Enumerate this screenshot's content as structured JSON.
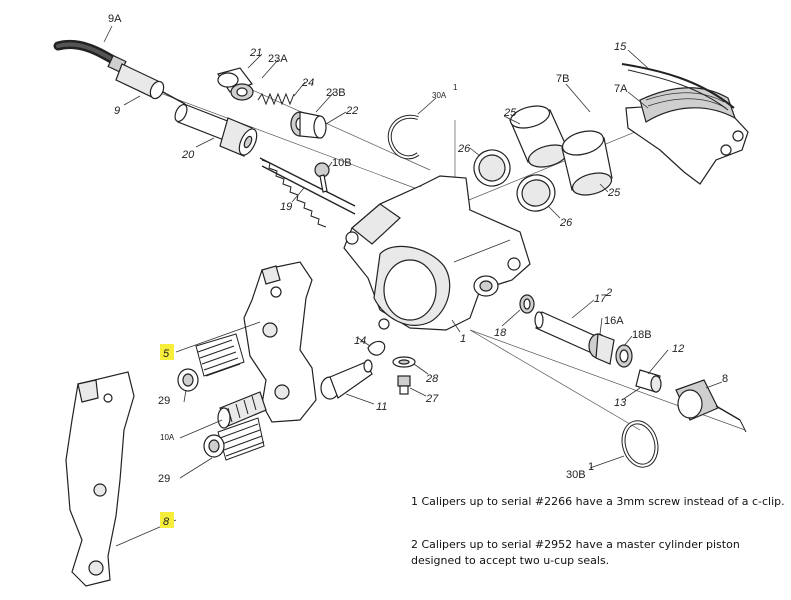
{
  "labels": [
    {
      "id": "9A",
      "text": "9A"
    },
    {
      "id": "9",
      "text": "9"
    },
    {
      "id": "21",
      "text": "21"
    },
    {
      "id": "23A",
      "text": "23A"
    },
    {
      "id": "24",
      "text": "24"
    },
    {
      "id": "23B",
      "text": "23B"
    },
    {
      "id": "22",
      "text": "22"
    },
    {
      "id": "20",
      "text": "20"
    },
    {
      "id": "30A",
      "text": "30A"
    },
    {
      "id": "30A_sup",
      "text": "1"
    },
    {
      "id": "15",
      "text": "15"
    },
    {
      "id": "7B",
      "text": "7B"
    },
    {
      "id": "7A",
      "text": "7A"
    },
    {
      "id": "25a",
      "text": "25"
    },
    {
      "id": "26a",
      "text": "26"
    },
    {
      "id": "10B",
      "text": "10B"
    },
    {
      "id": "19",
      "text": "19"
    },
    {
      "id": "26b",
      "text": "26"
    },
    {
      "id": "25b",
      "text": "25"
    },
    {
      "id": "17",
      "text": "17"
    },
    {
      "id": "17_sup",
      "text": "2"
    },
    {
      "id": "16A",
      "text": "16A"
    },
    {
      "id": "18B",
      "text": "18B"
    },
    {
      "id": "12",
      "text": "12"
    },
    {
      "id": "18",
      "text": "18"
    },
    {
      "id": "1",
      "text": "1"
    },
    {
      "id": "14",
      "text": "14"
    },
    {
      "id": "28",
      "text": "28"
    },
    {
      "id": "27",
      "text": "27"
    },
    {
      "id": "11",
      "text": "11"
    },
    {
      "id": "13",
      "text": "13"
    },
    {
      "id": "8r",
      "text": "8"
    },
    {
      "id": "5",
      "text": "5"
    },
    {
      "id": "29a",
      "text": "29"
    },
    {
      "id": "10A",
      "text": "10A"
    },
    {
      "id": "29b",
      "text": "29"
    },
    {
      "id": "30B",
      "text": "30B"
    },
    {
      "id": "30B_sup",
      "text": "1"
    },
    {
      "id": "8l",
      "text": "8"
    }
  ],
  "notes": {
    "note1": "1 Calipers up to serial #2266 have a 3mm screw instead of a c-clip.",
    "note2": "2 Calipers up to serial #2952 have a master cylinder piston designed to accept two u-cup seals."
  },
  "colors": {
    "highlight": "#f6ee3a",
    "line": "#222222"
  }
}
